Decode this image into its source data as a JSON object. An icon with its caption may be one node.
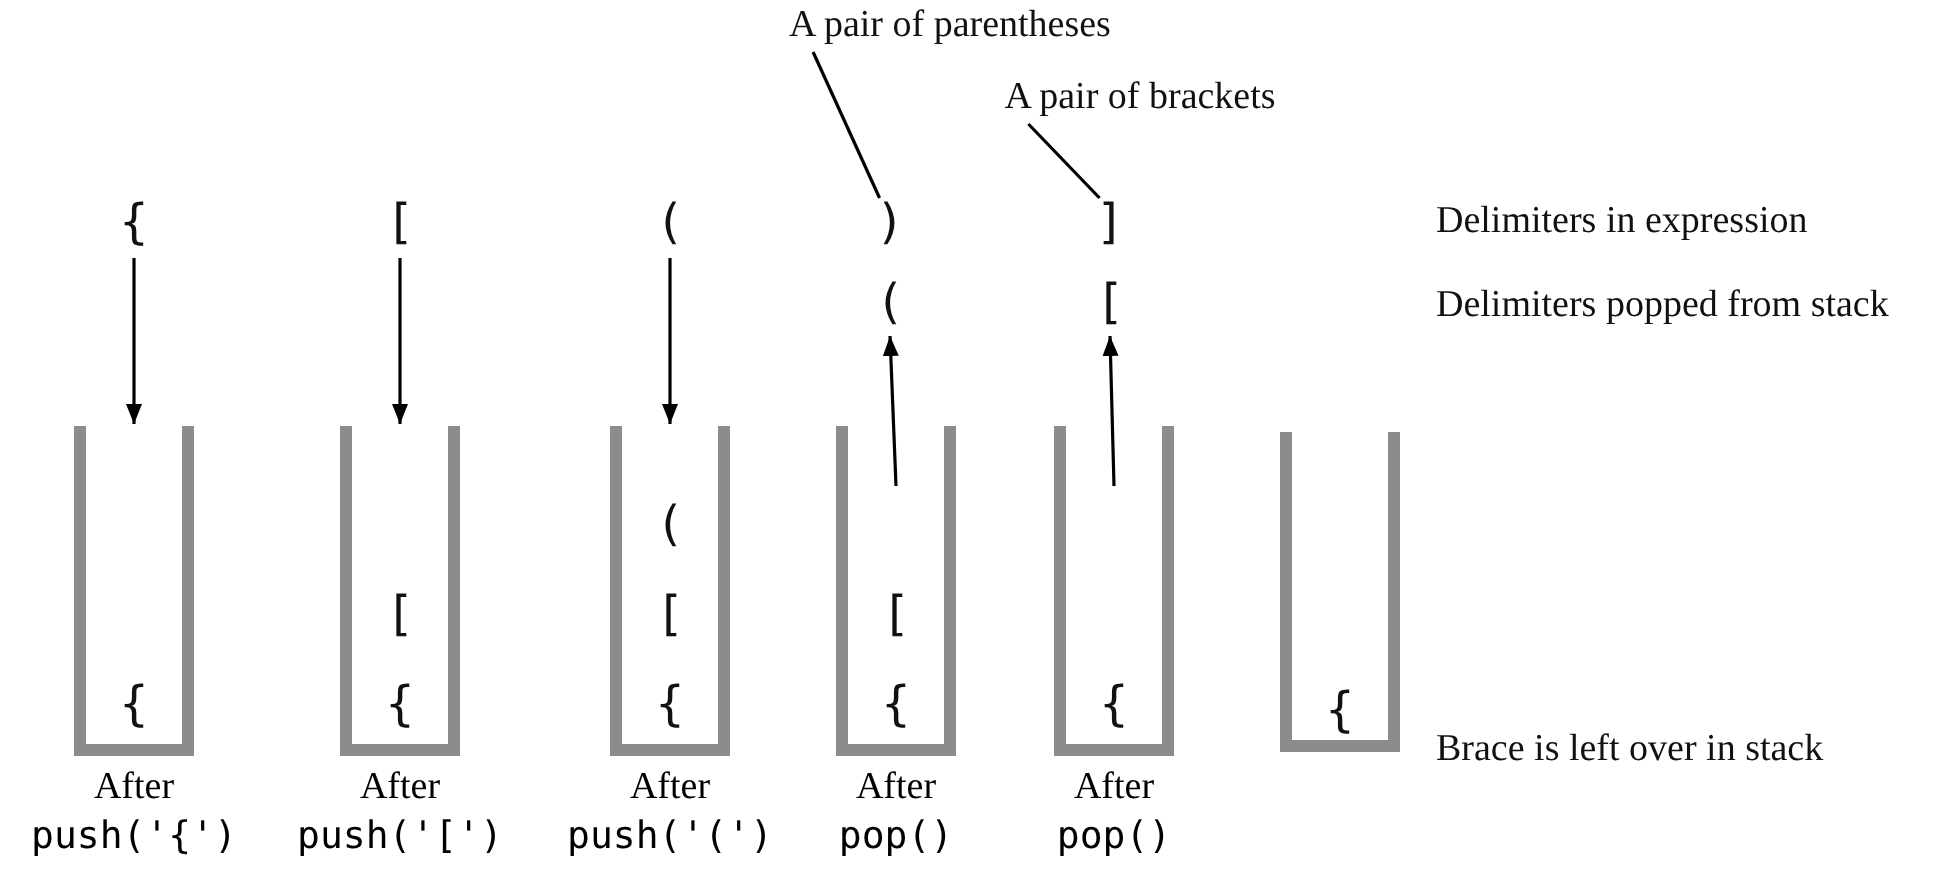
{
  "diagram": {
    "nodes": [
      {
        "text": [
          "A pair of parentheses"
        ]
      },
      {
        "text": [
          "A pair of brackets"
        ]
      },
      {
        "text": [
          "{"
        ]
      },
      {
        "text": [
          "["
        ]
      },
      {
        "text": [
          "("
        ]
      },
      {
        "text": [
          ")"
        ]
      },
      {
        "text": [
          "]"
        ]
      },
      {
        "text": [
          "("
        ]
      },
      {
        "text": [
          "["
        ]
      },
      {
        "text": [],
        "shape": "box",
        "beside": [
          "After",
          "push('{')"
        ]
      },
      {
        "text": [
          "{"
        ],
        "in": 9
      },
      {
        "text": [],
        "shape": "box",
        "beside": [
          "After",
          "push('[')"
        ]
      },
      {
        "text": [
          "["
        ],
        "in": 11
      },
      {
        "text": [
          "{"
        ],
        "in": 11
      },
      {
        "text": [],
        "shape": "box",
        "beside": [
          "After",
          "push('(')"
        ]
      },
      {
        "text": [
          "("
        ],
        "in": 14
      },
      {
        "text": [
          "["
        ],
        "in": 14
      },
      {
        "text": [
          "{"
        ],
        "in": 14
      },
      {
        "text": [],
        "shape": "box",
        "beside": [
          "After",
          "pop()"
        ]
      },
      {
        "text": [
          "["
        ],
        "in": 18
      },
      {
        "text": [
          "{"
        ],
        "in": 18
      },
      {
        "text": [],
        "shape": "box",
        "beside": [
          "After",
          "pop()"
        ]
      },
      {
        "text": [
          "{"
        ],
        "in": 21
      },
      {
        "text": [],
        "shape": "box"
      },
      {
        "text": [
          "{"
        ],
        "in": 23
      }
    ],
    "edges": [
      {
        "from": 0,
        "to": 5,
        "arrow": "none"
      },
      {
        "from": 1,
        "to": 6,
        "arrow": "none"
      },
      {
        "from": 2,
        "to": 9,
        "arrow": "to"
      },
      {
        "from": 3,
        "to": 11,
        "arrow": "to"
      },
      {
        "from": 4,
        "to": 14,
        "arrow": "to"
      },
      {
        "from": 18,
        "to": 7,
        "arrow": "to"
      },
      {
        "from": 21,
        "to": 8,
        "arrow": "to"
      }
    ],
    "labels": [
      "Delimiters in expression",
      "Delimiters popped from stack",
      "Brace is left over in stack"
    ]
  }
}
